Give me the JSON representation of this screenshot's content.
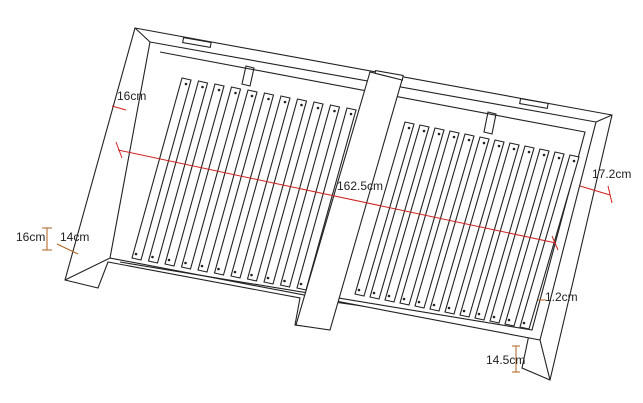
{
  "diagram": {
    "dimensions": {
      "side_wall_height_top": "16cm",
      "inner_length": "162.5cm",
      "right_width": "17.2cm",
      "corner_height": "16cm",
      "corner_width": "14cm",
      "slat_gap": "1.2cm",
      "foot_height": "14.5cm"
    },
    "colors": {
      "dimension_line": "#d0201f",
      "outline": "#222222"
    }
  }
}
